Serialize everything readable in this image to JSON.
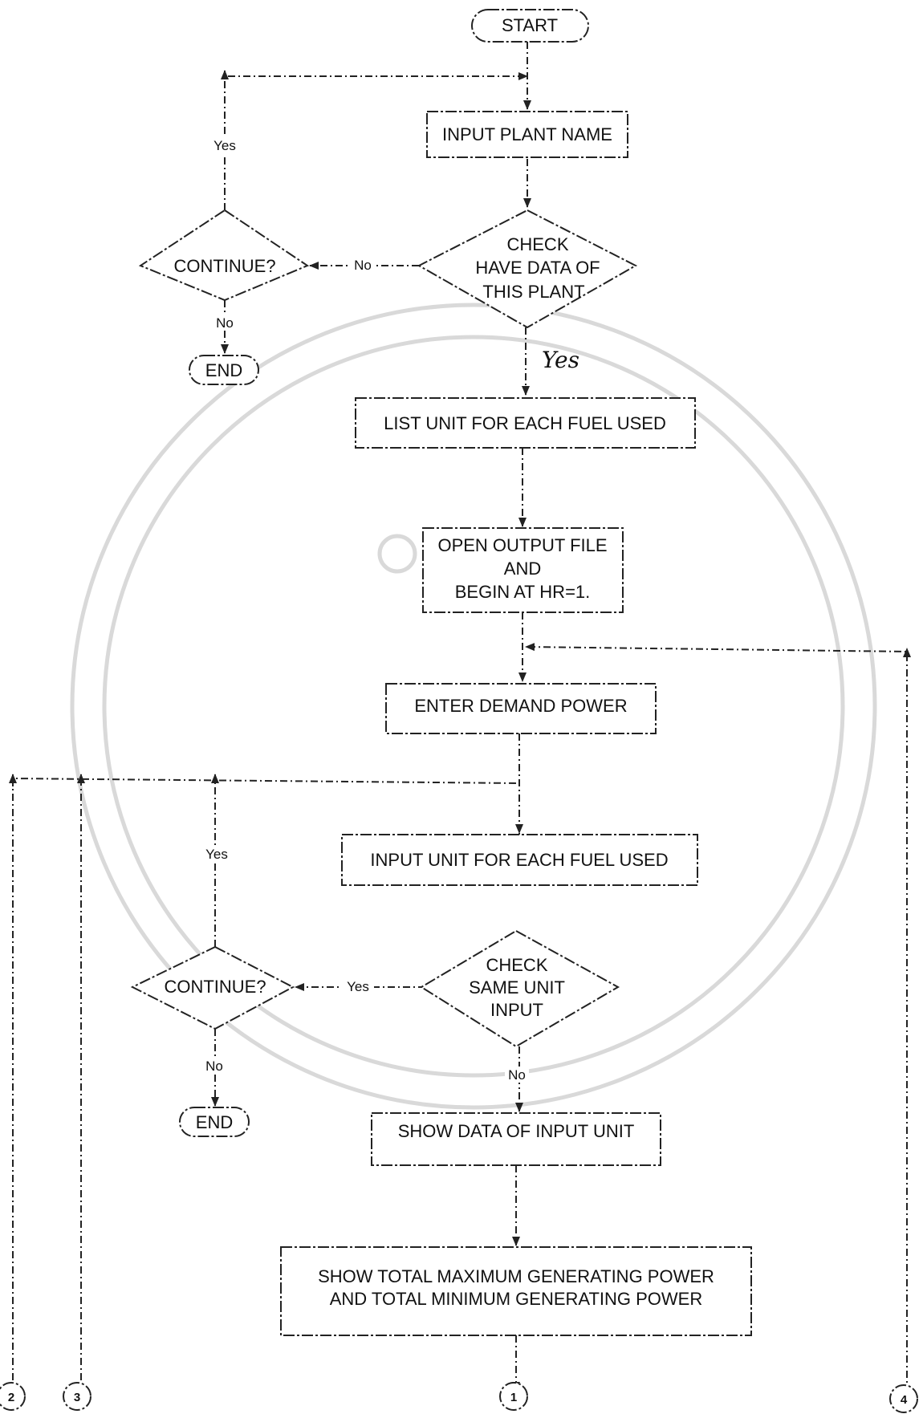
{
  "nodes": {
    "start": "START",
    "input_plant": "INPUT PLANT NAME",
    "check_plant": [
      "CHECK",
      "HAVE DATA OF",
      "THIS PLANT"
    ],
    "continue_1": "CONTINUE?",
    "end_1": "END",
    "list_unit": "LIST UNIT FOR EACH FUEL USED",
    "open_output": [
      "OPEN OUTPUT FILE",
      "AND",
      "BEGIN AT HR=1."
    ],
    "enter_demand": "ENTER DEMAND POWER",
    "input_unit": "INPUT UNIT FOR EACH FUEL USED",
    "check_unit": [
      "CHECK",
      "SAME UNIT",
      "INPUT"
    ],
    "continue_2": "CONTINUE?",
    "end_2": "END",
    "show_data": "SHOW DATA OF INPUT UNIT",
    "show_total": [
      "SHOW TOTAL MAXIMUM GENERATING POWER",
      "AND TOTAL MINIMUM GENERATING POWER"
    ]
  },
  "edge_labels": {
    "yes_loop_1": "Yes",
    "no_to_continue_1": "No",
    "no_to_end_1": "No",
    "yes_handwritten": "Yes",
    "yes_loop_2": "Yes",
    "yes_to_continue_2": "Yes",
    "no_to_end_2": "No",
    "no_to_show_data": "No"
  },
  "connectors": [
    "2",
    "3",
    "1",
    "4"
  ]
}
